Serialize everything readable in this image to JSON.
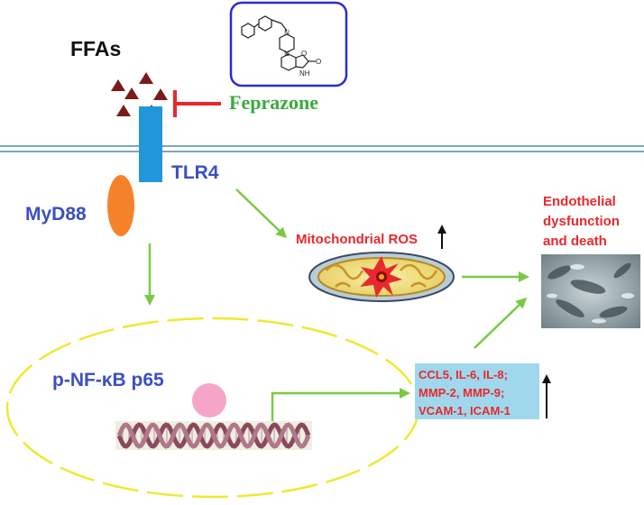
{
  "labels": {
    "ffas": "FFAs",
    "feprazone": "Feprazone",
    "tlr4": "TLR4",
    "myd88": "MyD88",
    "mito_ros": "Mitochondrial ROS",
    "endo_line1": "Endothelial",
    "endo_line2": "dysfunction",
    "endo_line3": "and death",
    "nfkb": "p-NF-κB p65",
    "cytokines": [
      "CCL5, IL-6, IL-8;",
      "MMP-2, MMP-9;",
      "VCAM-1, ICAM-1"
    ],
    "chem_n1": "N",
    "chem_n2": "N",
    "chem_o": "O",
    "chem_o2": "O",
    "chem_nh": "NH"
  },
  "colors": {
    "ffa": "#7b1a1a",
    "receptor": "#2196d9",
    "inhibitor": "#e8282c",
    "feprazone_text": "#3caa3c",
    "label_blue": "#3b4fc4",
    "label_red": "#e8282c",
    "arrow_green": "#7ac943",
    "membrane": "#7aa6c8",
    "myd88": "#f5822a",
    "nucleus": "#f0e830",
    "p65": "#f5a6c8",
    "cytokine_box": "#9fd8ec",
    "structure_frame": "#2b2bd6"
  }
}
